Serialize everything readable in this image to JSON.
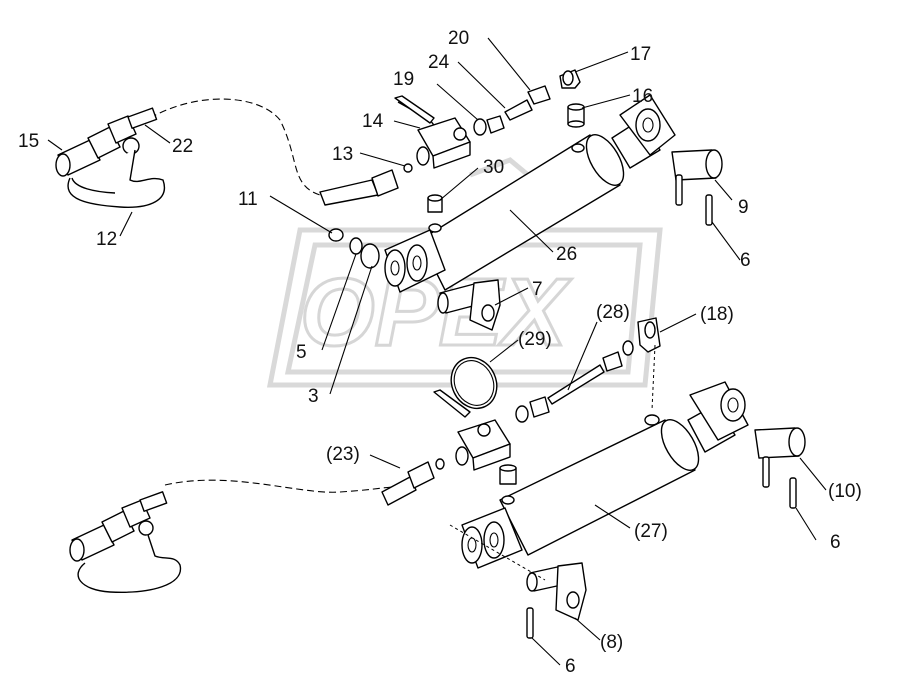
{
  "watermark": {
    "text": "OPEX"
  },
  "labels": {
    "l15": "15",
    "l22": "22",
    "l12": "12",
    "l14": "14",
    "l13": "13",
    "l19": "19",
    "l24": "24",
    "l20": "20",
    "l17": "17",
    "l16": "16",
    "l30": "30",
    "l11": "11",
    "l26": "26",
    "l9": "9",
    "l6a": "6",
    "l7": "7",
    "l5": "5",
    "l3": "3",
    "l28": "(28)",
    "l18": "(18)",
    "l29": "(29)",
    "l23": "(23)",
    "l10": "(10)",
    "l6b": "6",
    "l27": "(27)",
    "l8": "(8)",
    "l6c": "6"
  }
}
